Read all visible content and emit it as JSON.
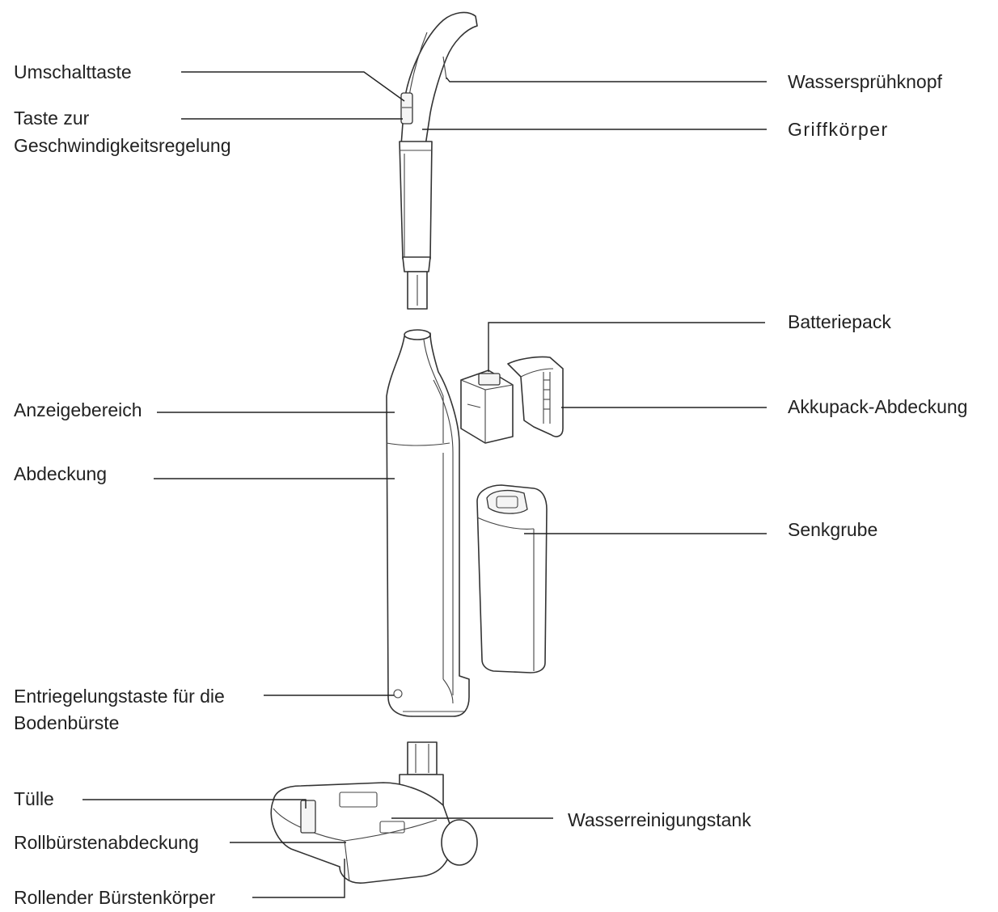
{
  "labels": {
    "umschalttaste": "Umschalttaste",
    "taste_line1": "Taste zur",
    "taste_line2": "Geschwindigkeitsregelung",
    "anzeigebereich": "Anzeigebereich",
    "abdeckung": "Abdeckung",
    "entriegelung_line1": "Entriegelungstaste für die",
    "entriegelung_line2": "Bodenbürste",
    "tuelle": "Tülle",
    "rollbuerstenabdeckung": "Rollbürstenabdeckung",
    "rollender_buerstenkoerper": "Rollender Bürstenkörper",
    "wasserspruehknopf": "Wassersprühknopf",
    "griffkoerper": "Griffkörper",
    "batteriepack": "Batteriepack",
    "akkupack_abdeckung": "Akkupack-Abdeckung",
    "senkgrube": "Senkgrube",
    "wasserreinigungstank": "Wasserreinigungstank"
  }
}
